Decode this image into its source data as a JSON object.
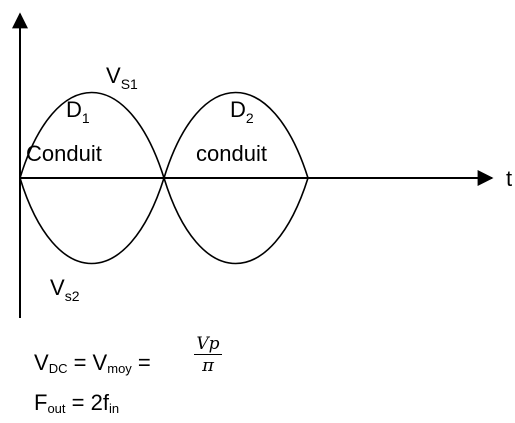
{
  "diagram": {
    "axis_t_label": "t",
    "vs1": {
      "main": "V",
      "sub": "S1"
    },
    "vs2": {
      "main": "V",
      "sub": "s2"
    },
    "d1": {
      "main": "D",
      "sub": "1",
      "state": "Conduit"
    },
    "d2": {
      "main": "D",
      "sub": "2",
      "state": "conduit"
    }
  },
  "formulas": {
    "vdc": {
      "v1": "V",
      "v1_sub": "DC",
      "eq1": " = ",
      "v2": "V",
      "v2_sub": "moy",
      "eq2": " = ",
      "numerator": "Vp",
      "denominator": "π"
    },
    "fout": {
      "f": "F",
      "f_sub": "out",
      "eq": " = 2f",
      "in_sub": "in"
    }
  }
}
